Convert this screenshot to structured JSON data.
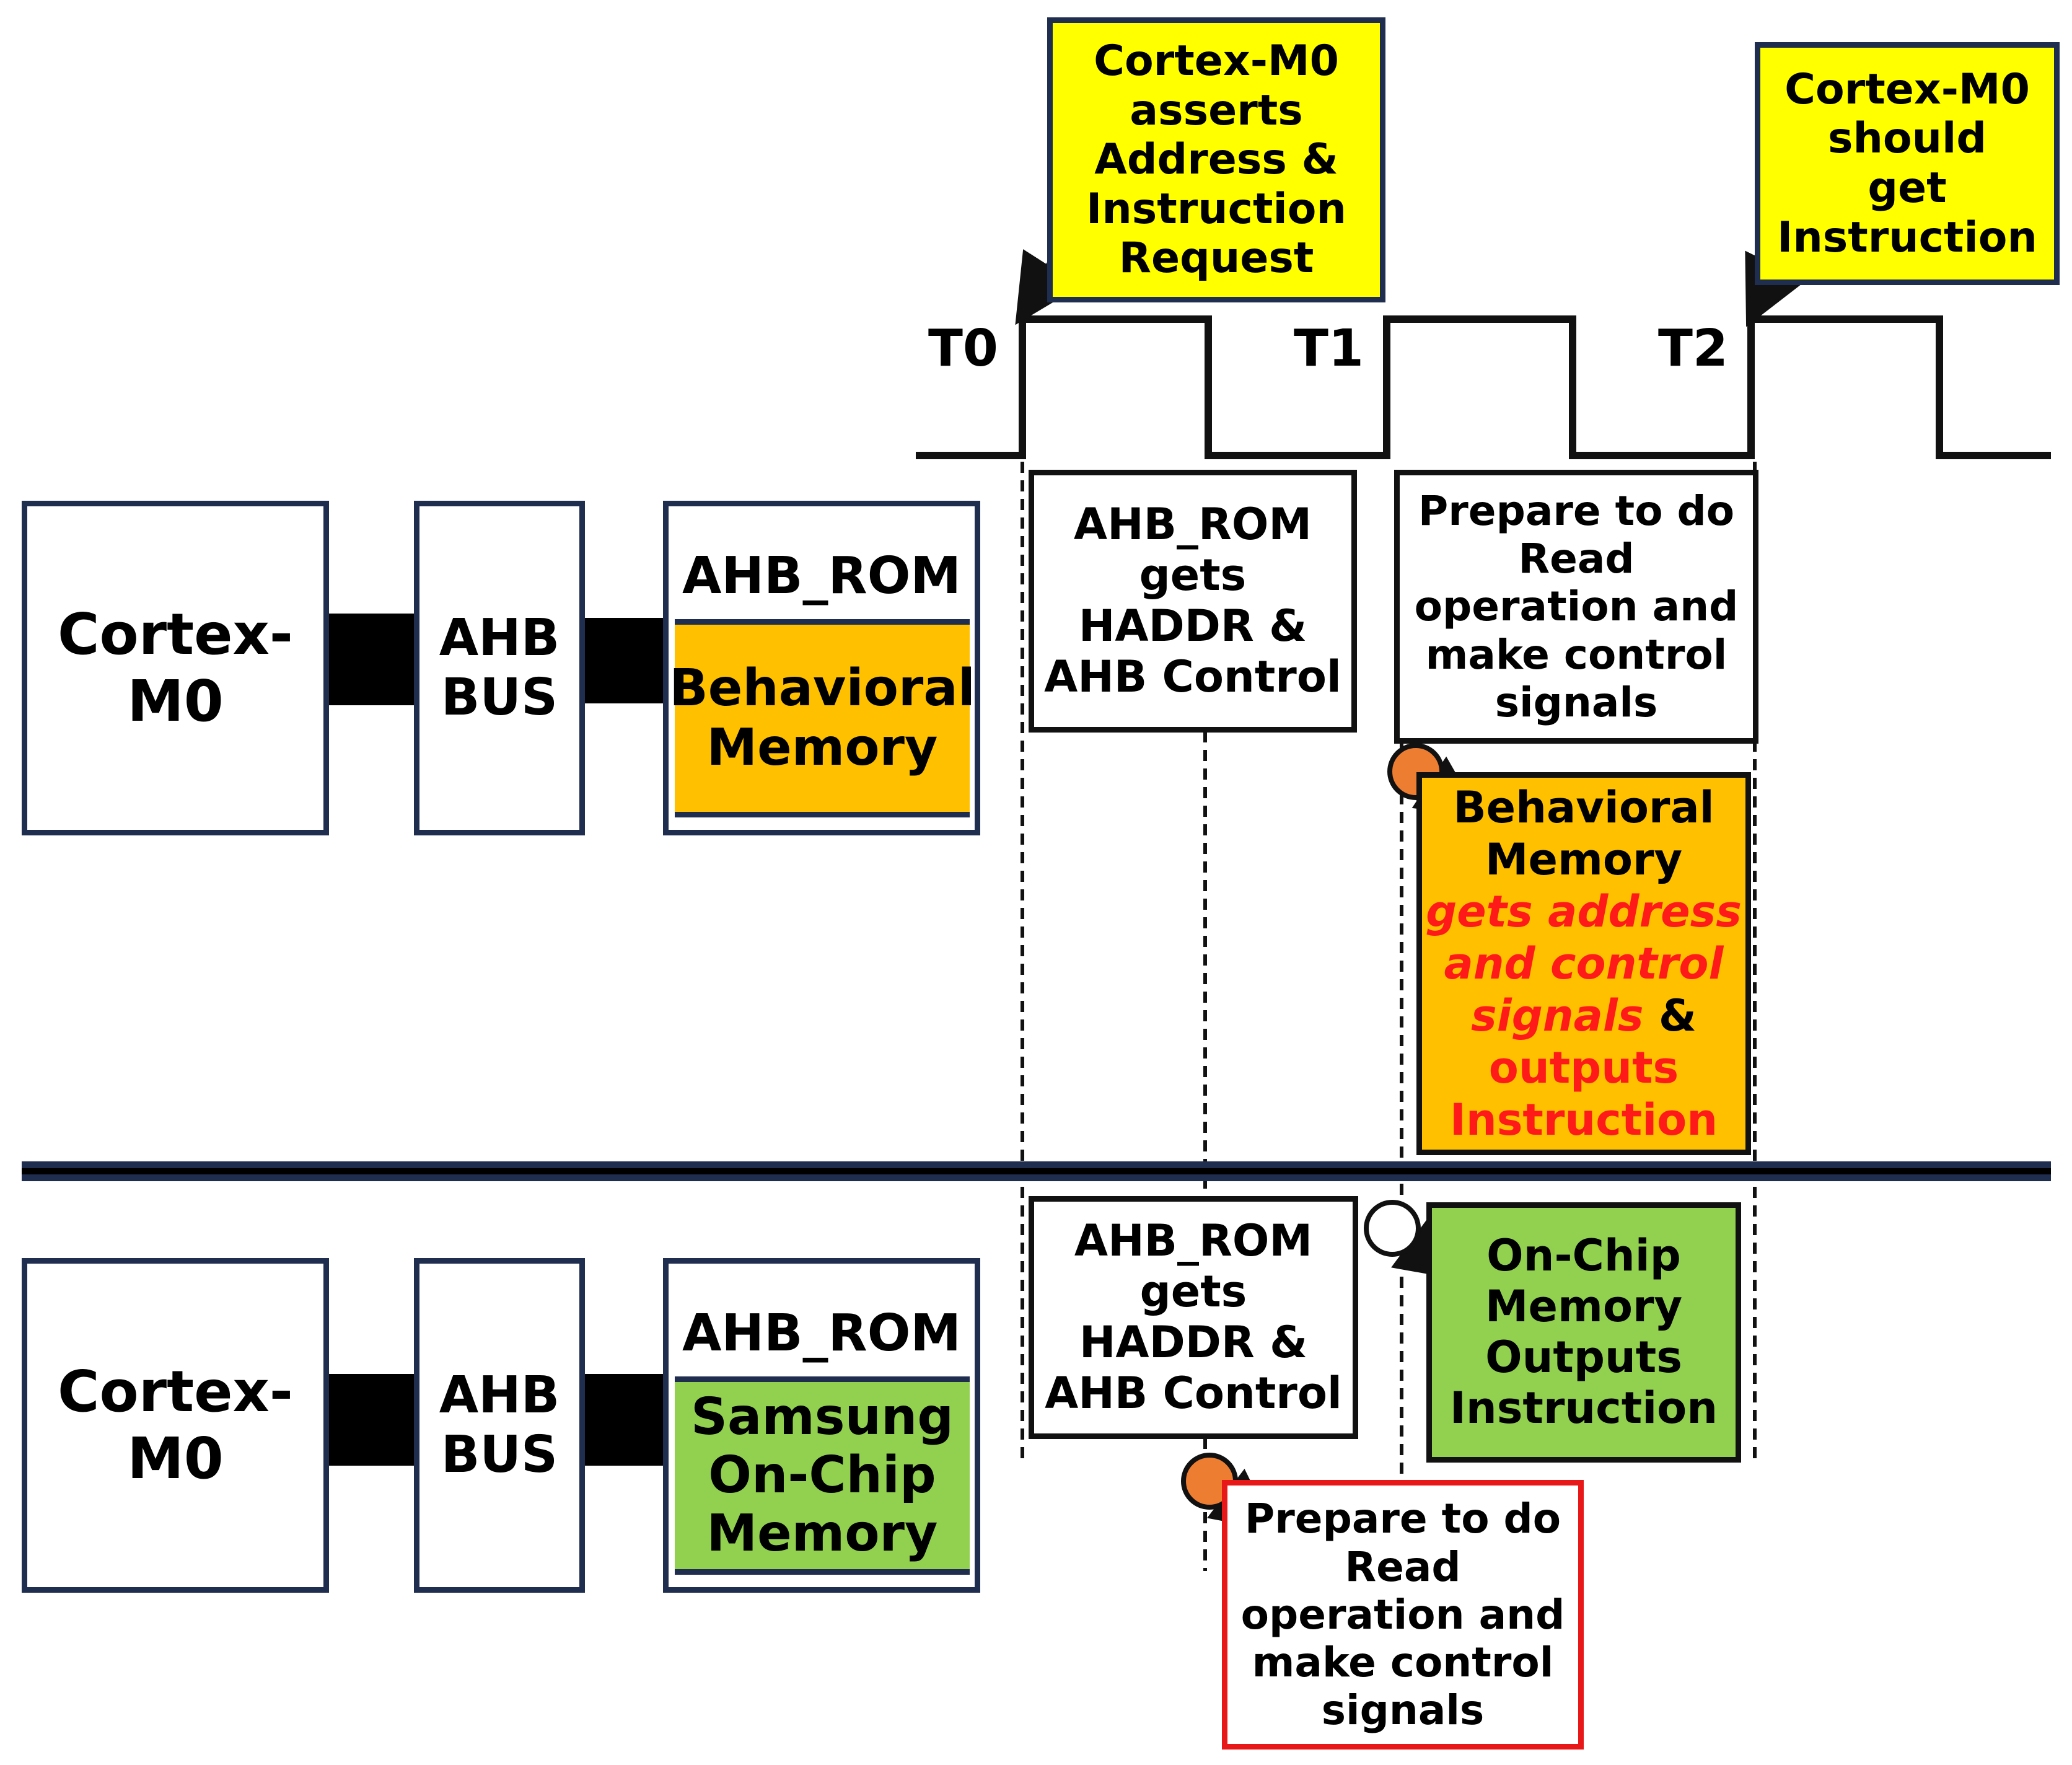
{
  "colors": {
    "yellow": "#ffff00",
    "orange": "#ffc000",
    "green": "#92d050",
    "navy": "#1f2d4e",
    "red_text": "#ff1a1a",
    "red_border": "#e81818",
    "dot_orange": "#ed7d31"
  },
  "timing": {
    "labels": {
      "t0": "T0",
      "t1": "T1",
      "t2": "T2"
    }
  },
  "callouts": {
    "assert": [
      "Cortex-M0",
      "asserts",
      "Address &",
      "Instruction",
      "Request"
    ],
    "should_get": [
      "Cortex-M0",
      "should",
      "get",
      "Instruction"
    ]
  },
  "top_system": {
    "cpu": [
      "Cortex-",
      "M0"
    ],
    "bus": [
      "AHB",
      "BUS"
    ],
    "rom_title": "AHB_ROM",
    "memory": [
      "Behavioral",
      "Memory"
    ]
  },
  "bottom_system": {
    "cpu": [
      "Cortex-",
      "M0"
    ],
    "bus": [
      "AHB",
      "BUS"
    ],
    "rom_title": "AHB_ROM",
    "memory": [
      "Samsung",
      "On-Chip",
      "Memory"
    ]
  },
  "top_steps": {
    "rom_gets": [
      "AHB_ROM",
      "gets",
      "HADDR &",
      "AHB Control"
    ],
    "prepare": [
      "Prepare to do",
      "Read",
      "operation and",
      "make control",
      "signals"
    ],
    "behavioral": {
      "line1": "Behavioral",
      "line2": "Memory",
      "red1": "gets address",
      "red2": "and control",
      "red3": "signals",
      "amp": " &",
      "red4": "outputs",
      "red5": "Instruction"
    }
  },
  "bottom_steps": {
    "rom_gets": [
      "AHB_ROM",
      "gets",
      "HADDR &",
      "AHB Control"
    ],
    "onchip": [
      "On-Chip",
      "Memory",
      "Outputs",
      "Instruction"
    ],
    "prepare": [
      "Prepare to do",
      "Read",
      "operation and",
      "make control",
      "signals"
    ]
  }
}
